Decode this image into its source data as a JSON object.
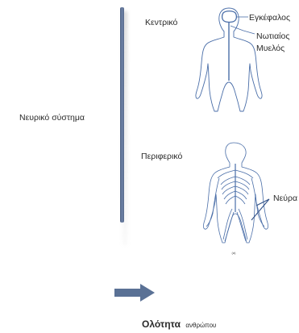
{
  "root": {
    "label": "Νευρικό σύστημα"
  },
  "central": {
    "label": "Κεντρικό",
    "parts": {
      "brain": "Εγκέφαλος",
      "cord_line1": "Νωτιαίος",
      "cord_line2": "Μυελός"
    }
  },
  "peripheral": {
    "label": "Περιφερικό",
    "parts": {
      "nerves": "Νεύρα"
    },
    "figure_caption": "(a)"
  },
  "bottom": {
    "title": "Ολότητα",
    "subtitle": "ανθρώπου"
  },
  "colors": {
    "figure_stroke": "#4a6ea8",
    "bar": "#5a6c8d",
    "arrow": "#5a7195"
  }
}
